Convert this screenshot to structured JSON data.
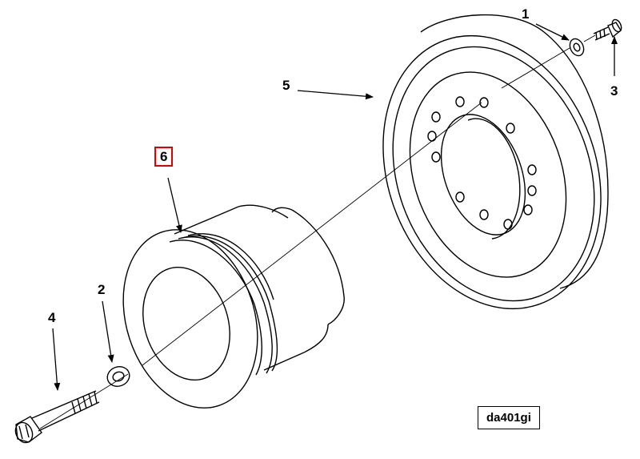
{
  "diagram": {
    "callouts": [
      {
        "id": "1",
        "label": "1"
      },
      {
        "id": "2",
        "label": "2"
      },
      {
        "id": "3",
        "label": "3"
      },
      {
        "id": "4",
        "label": "4"
      },
      {
        "id": "5",
        "label": "5"
      },
      {
        "id": "6",
        "label": "6",
        "highlighted": true
      }
    ],
    "reference_code": "da401gi",
    "colors": {
      "line": "#000000",
      "highlight": "#e00000",
      "background": "#ffffff"
    }
  }
}
